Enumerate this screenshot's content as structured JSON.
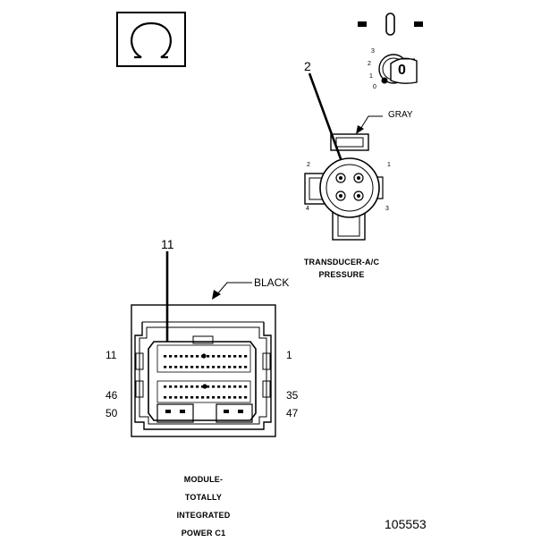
{
  "symbols": {
    "ohm_icon": "ohm-meter-icon",
    "ignition_position": "0"
  },
  "ignition": {
    "positions": [
      "3",
      "2",
      "1",
      "0"
    ]
  },
  "transducer": {
    "callout": "2",
    "wire_color": "GRAY",
    "pins": {
      "p1": "1",
      "p2": "2",
      "p3": "3",
      "p4": "4"
    },
    "caption": [
      "TRANSDUCER-A/C",
      "PRESSURE"
    ]
  },
  "module": {
    "callout": "11",
    "wire_color": "BLACK",
    "pins": {
      "p11": "11",
      "p1": "1",
      "p46": "46",
      "p35": "35",
      "p50": "50",
      "p47": "47"
    },
    "caption": [
      "MODULE-",
      "TOTALLY",
      "INTEGRATED",
      "POWER C1"
    ]
  },
  "figure_number": "105553"
}
